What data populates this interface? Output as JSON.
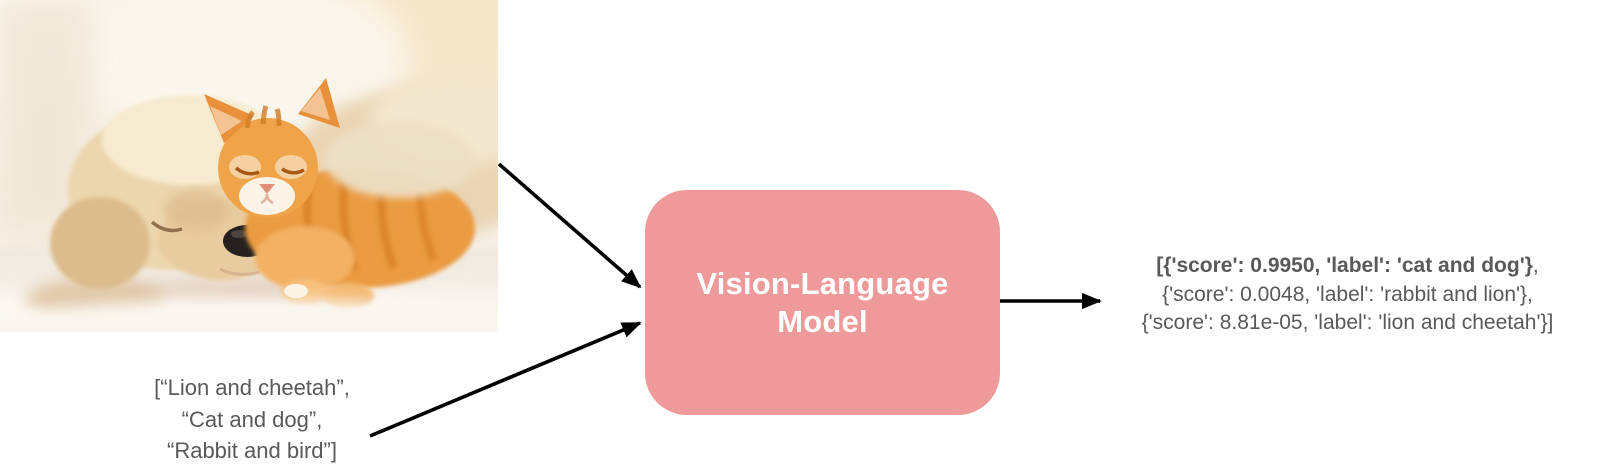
{
  "colors": {
    "canvas_bg": "#ffffff",
    "model_box": "#ef9a9a",
    "model_box_text": "#ffffff",
    "text_gray": "#595959",
    "arrow": "#000000"
  },
  "photo": {
    "name": "sleeping-puppy-and-kitten-photo"
  },
  "model_box": {
    "line1": "Vision-Language",
    "line2": "Model"
  },
  "input_list": {
    "lines": [
      "[“Lion and cheetah”,",
      "“Cat and dog”,",
      "“Rabbit and bird”]"
    ]
  },
  "output": {
    "line1_main": "[{'score': 0.9950, 'label': 'cat and dog'}",
    "line1_tail": ",",
    "line2": "{'score': 0.0048, 'label': 'rabbit and lion'},",
    "line3": "{'score': 8.81e-05, 'label': 'lion and cheetah'}]"
  }
}
